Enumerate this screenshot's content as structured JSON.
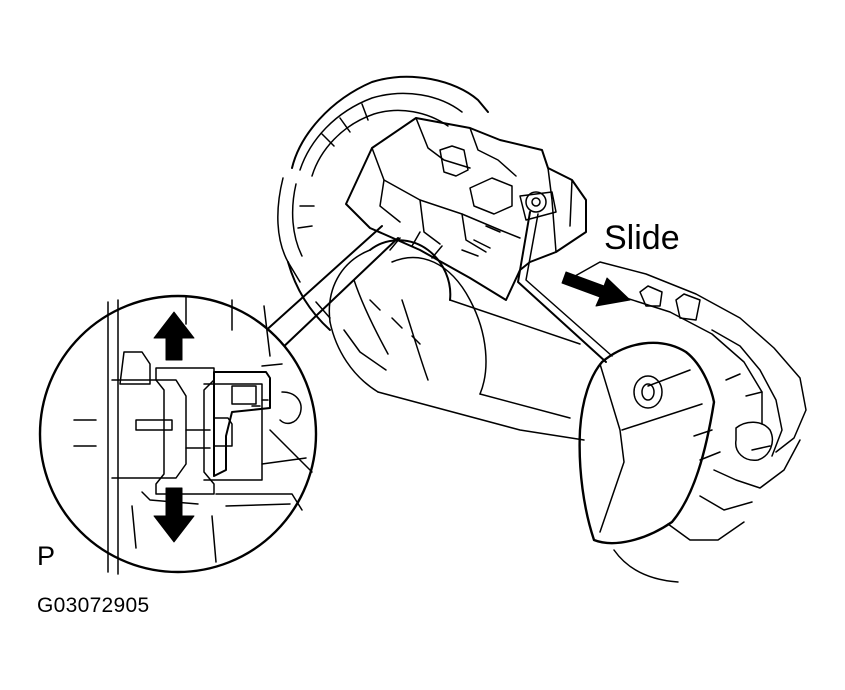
{
  "diagram": {
    "callout_label": "Slide",
    "view_letter": "P",
    "figure_code": "G03072905",
    "parts": [
      "fuel-pump-assembly",
      "fuel-sender-gauge",
      "sender-gauge-float-arm",
      "sender-gauge-float",
      "fuel-pump-cylinder",
      "sender-gauge-connector"
    ],
    "arrows": [
      "slide-direction-arrow",
      "release-up-arrow",
      "release-down-arrow"
    ],
    "colors": {
      "ink": "#000000",
      "background": "#ffffff"
    }
  }
}
